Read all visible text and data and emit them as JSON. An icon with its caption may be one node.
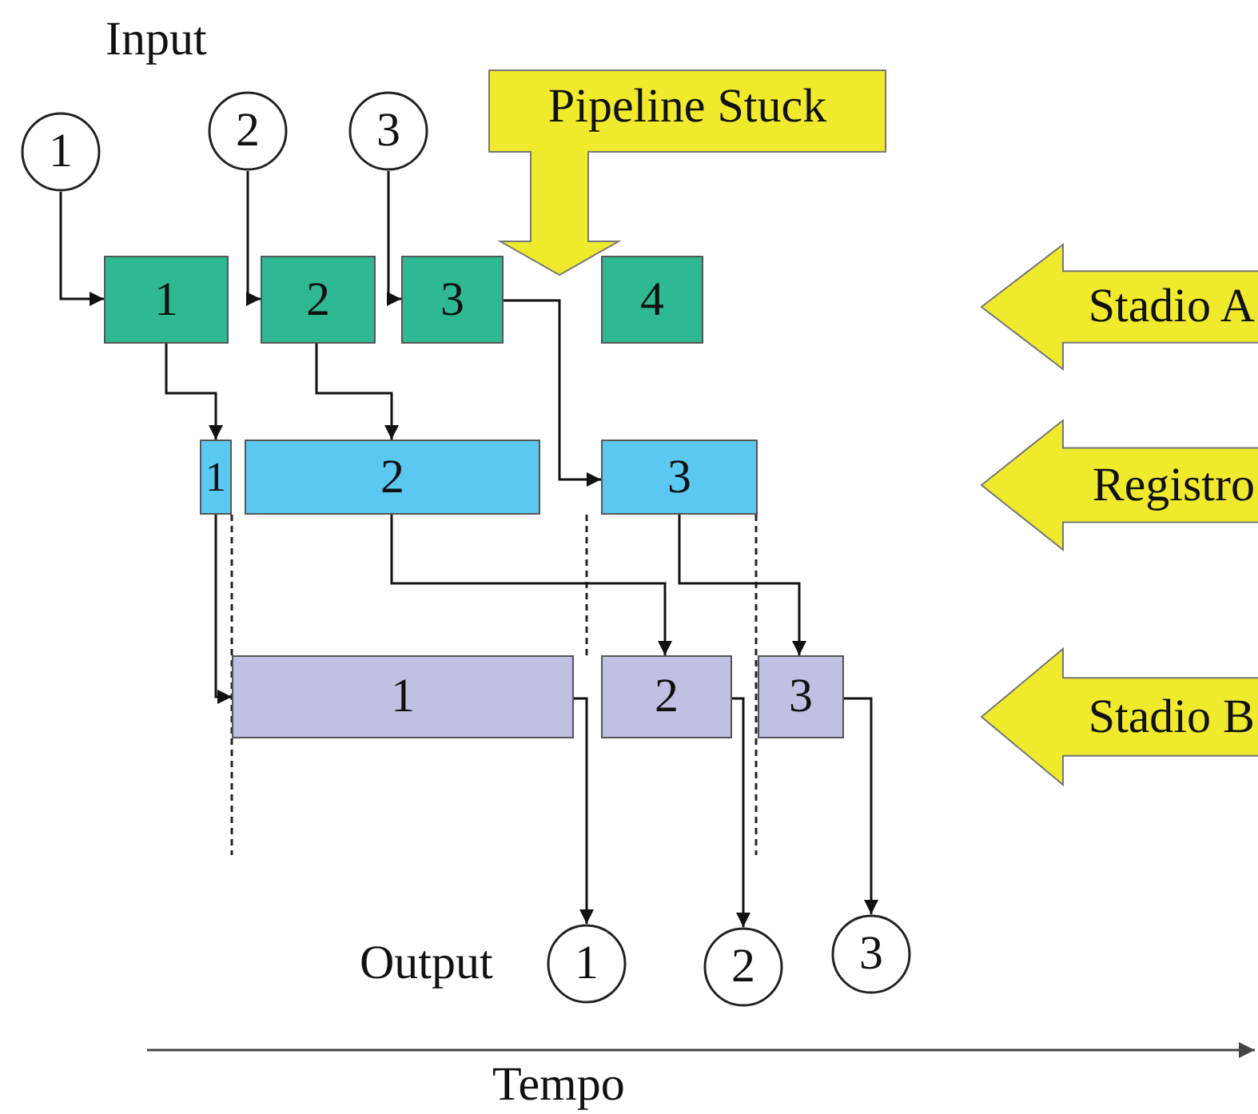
{
  "diagram": {
    "nodes": [
      {
        "text": [
          "1"
        ]
      },
      {
        "text": [
          "2"
        ]
      },
      {
        "text": [
          "3"
        ]
      },
      {
        "text": [
          "Pipeline Stuck"
        ]
      },
      {
        "text": [
          "1"
        ]
      },
      {
        "text": [
          "2"
        ]
      },
      {
        "text": [
          "3"
        ]
      },
      {
        "text": [
          "4"
        ]
      },
      {
        "text": [
          "1"
        ]
      },
      {
        "text": [
          "2"
        ]
      },
      {
        "text": [
          "3"
        ]
      },
      {
        "text": [
          "1"
        ]
      },
      {
        "text": [
          "2"
        ]
      },
      {
        "text": [
          "3"
        ]
      },
      {
        "text": [
          "1"
        ]
      },
      {
        "text": [
          "2"
        ]
      },
      {
        "text": [
          "3"
        ]
      },
      {
        "text": [
          "Stadio A"
        ]
      },
      {
        "text": [
          "Registro"
        ]
      },
      {
        "text": [
          "Stadio B"
        ]
      }
    ],
    "edges": [
      {
        "from": 0,
        "to": 4,
        "arrow": "to"
      },
      {
        "from": 1,
        "to": 5,
        "arrow": "to"
      },
      {
        "from": 2,
        "to": 6,
        "arrow": "to"
      },
      {
        "from": 4,
        "to": 8,
        "arrow": "to"
      },
      {
        "from": 5,
        "to": 9,
        "arrow": "to"
      },
      {
        "from": 6,
        "to": 10,
        "arrow": "to"
      },
      {
        "from": 8,
        "to": 11,
        "arrow": "to"
      },
      {
        "from": 9,
        "to": 12,
        "arrow": "to"
      },
      {
        "from": 10,
        "to": 13,
        "arrow": "to"
      },
      {
        "from": 11,
        "to": 14,
        "arrow": "to"
      },
      {
        "from": 12,
        "to": 15,
        "arrow": "to"
      },
      {
        "from": 13,
        "to": 16,
        "arrow": "to"
      }
    ],
    "labels": [
      "Input",
      "Output",
      "Tempo"
    ]
  }
}
